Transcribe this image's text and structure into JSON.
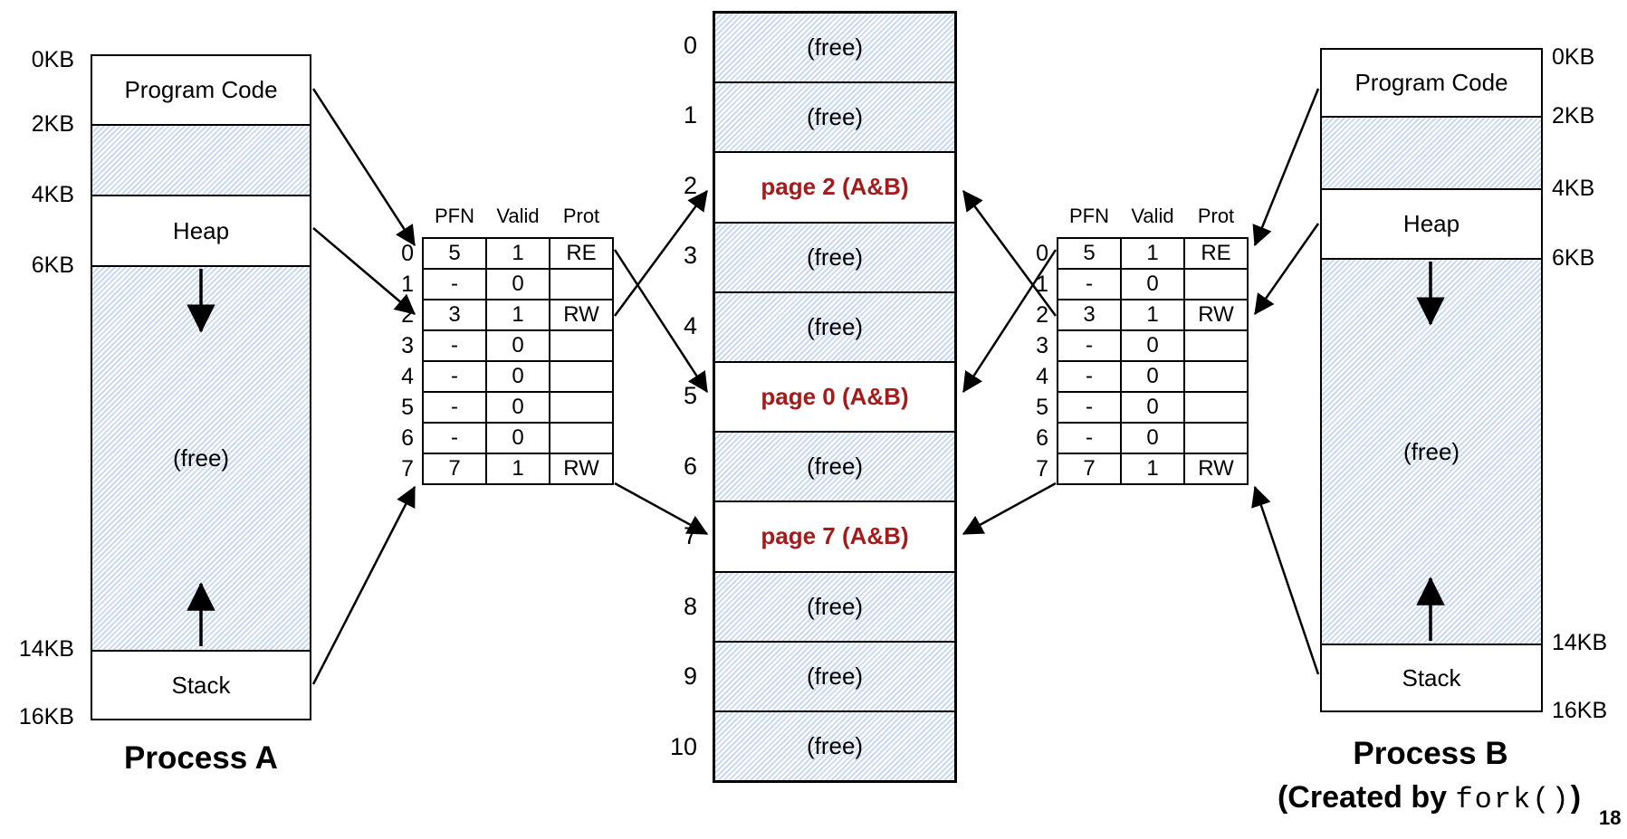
{
  "colors": {
    "accent_red": "#a21c1c",
    "hatch_blue": "#c9daf0",
    "line_black": "#000000"
  },
  "process_a": {
    "title": "Process A",
    "kb_labels": [
      "0KB",
      "2KB",
      "4KB",
      "6KB",
      "14KB",
      "16KB"
    ],
    "segments": {
      "program_code": "Program Code",
      "heap": "Heap",
      "free": "(free)",
      "stack": "Stack"
    }
  },
  "process_b": {
    "title": "Process B",
    "subtitle_prefix": "(Created by ",
    "subtitle_code": "fork()",
    "subtitle_suffix": ")",
    "kb_labels": [
      "0KB",
      "2KB",
      "4KB",
      "6KB",
      "14KB",
      "16KB"
    ],
    "segments": {
      "program_code": "Program Code",
      "heap": "Heap",
      "free": "(free)",
      "stack": "Stack"
    }
  },
  "page_table_a": {
    "headers": [
      "PFN",
      "Valid",
      "Prot"
    ],
    "rows": [
      {
        "index": "0",
        "pfn": "5",
        "valid": "1",
        "prot": "RE"
      },
      {
        "index": "1",
        "pfn": "-",
        "valid": "0",
        "prot": ""
      },
      {
        "index": "2",
        "pfn": "3",
        "valid": "1",
        "prot": "RW"
      },
      {
        "index": "3",
        "pfn": "-",
        "valid": "0",
        "prot": ""
      },
      {
        "index": "4",
        "pfn": "-",
        "valid": "0",
        "prot": ""
      },
      {
        "index": "5",
        "pfn": "-",
        "valid": "0",
        "prot": ""
      },
      {
        "index": "6",
        "pfn": "-",
        "valid": "0",
        "prot": ""
      },
      {
        "index": "7",
        "pfn": "7",
        "valid": "1",
        "prot": "RW"
      }
    ]
  },
  "page_table_b": {
    "headers": [
      "PFN",
      "Valid",
      "Prot"
    ],
    "rows": [
      {
        "index": "0",
        "pfn": "5",
        "valid": "1",
        "prot": "RE"
      },
      {
        "index": "1",
        "pfn": "-",
        "valid": "0",
        "prot": ""
      },
      {
        "index": "2",
        "pfn": "3",
        "valid": "1",
        "prot": "RW"
      },
      {
        "index": "3",
        "pfn": "-",
        "valid": "0",
        "prot": ""
      },
      {
        "index": "4",
        "pfn": "-",
        "valid": "0",
        "prot": ""
      },
      {
        "index": "5",
        "pfn": "-",
        "valid": "0",
        "prot": ""
      },
      {
        "index": "6",
        "pfn": "-",
        "valid": "0",
        "prot": ""
      },
      {
        "index": "7",
        "pfn": "7",
        "valid": "1",
        "prot": "RW"
      }
    ]
  },
  "physical_memory": {
    "frames": [
      {
        "index": "0",
        "label": "(free)",
        "type": "free"
      },
      {
        "index": "1",
        "label": "(free)",
        "type": "free"
      },
      {
        "index": "2",
        "label": "page 2 (A&B)",
        "type": "used"
      },
      {
        "index": "3",
        "label": "(free)",
        "type": "free"
      },
      {
        "index": "4",
        "label": "(free)",
        "type": "free"
      },
      {
        "index": "5",
        "label": "page 0 (A&B)",
        "type": "used"
      },
      {
        "index": "6",
        "label": "(free)",
        "type": "free"
      },
      {
        "index": "7",
        "label": "page 7 (A&B)",
        "type": "used"
      },
      {
        "index": "8",
        "label": "(free)",
        "type": "free"
      },
      {
        "index": "9",
        "label": "(free)",
        "type": "free"
      },
      {
        "index": "10",
        "label": "(free)",
        "type": "free"
      }
    ]
  },
  "page_number": "18"
}
